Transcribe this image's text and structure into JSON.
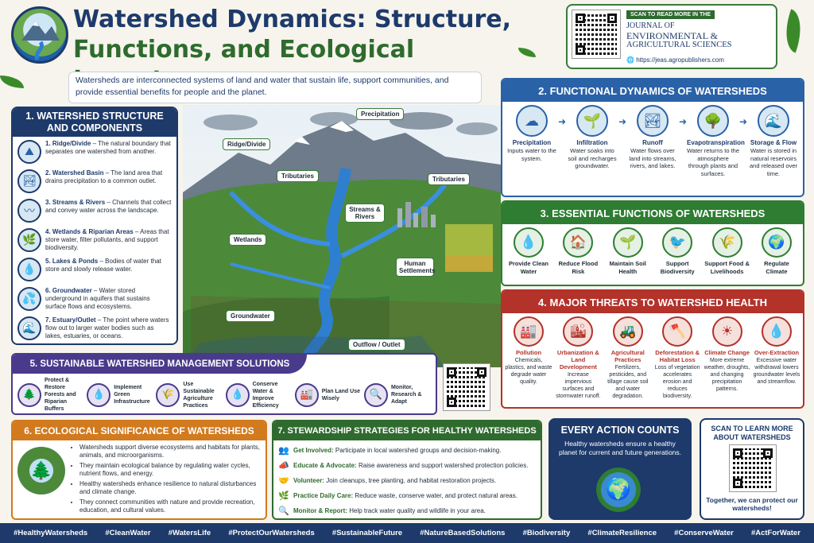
{
  "header": {
    "title_line1": "Watershed Dynamics: Structure,",
    "title_line2": "Functions, and Ecological Importance",
    "intro": "Watersheds are interconnected systems of land and water that sustain life, support communities, and provide essential benefits for people and the planet."
  },
  "journal": {
    "scan_label": "SCAN TO READ MORE IN THE",
    "name_line1": "JOURNAL OF",
    "name_line2": "ENVIRONMENTAL &",
    "name_line3": "AGRICULTURAL SCIENCES",
    "url": "https://jeas.agropublishers.com"
  },
  "structure": {
    "heading": "1. WATERSHED STRUCTURE AND COMPONENTS",
    "items": [
      {
        "term": "1. Ridge/Divide",
        "desc": "– The natural boundary that separates one watershed from another."
      },
      {
        "term": "2. Watershed Basin",
        "desc": "– The land area that drains precipitation to a common outlet."
      },
      {
        "term": "3. Streams & Rivers",
        "desc": "– Channels that collect and convey water across the landscape."
      },
      {
        "term": "4. Wetlands & Riparian Areas",
        "desc": "– Areas that store water, filter pollutants, and support biodiversity."
      },
      {
        "term": "5. Lakes & Ponds",
        "desc": "– Bodies of water that store and slowly release water."
      },
      {
        "term": "6. Groundwater",
        "desc": "– Water stored underground in aquifers that sustains surface flows and ecosystems."
      },
      {
        "term": "7. Estuary/Outlet",
        "desc": "– The point where waters flow out to larger water bodies such as lakes, estuaries, or oceans."
      }
    ]
  },
  "landscape_labels": {
    "precipitation": "Precipitation",
    "ridge": "Ridge/Divide",
    "tributaries_left": "Tributaries",
    "tributaries_right": "Tributaries",
    "streams": "Streams & Rivers",
    "wetlands": "Wetlands",
    "settlements": "Human Settlements",
    "groundwater": "Groundwater",
    "outflow": "Outflow / Outlet"
  },
  "functional": {
    "heading": "2. FUNCTIONAL DYNAMICS OF WATERSHEDS",
    "steps": [
      {
        "title": "Precipitation",
        "desc": "Inputs water to the system."
      },
      {
        "title": "Infiltration",
        "desc": "Water soaks into soil and recharges groundwater."
      },
      {
        "title": "Runoff",
        "desc": "Water flows over land into streams, rivers, and lakes."
      },
      {
        "title": "Evapotranspiration",
        "desc": "Water returns to the atmosphere through plants and surfaces."
      },
      {
        "title": "Storage & Flow",
        "desc": "Water is stored in natural reservoirs and released over time."
      }
    ]
  },
  "essential": {
    "heading": "3. ESSENTIAL FUNCTIONS OF WATERSHEDS",
    "items": [
      "Provide Clean Water",
      "Reduce Flood Risk",
      "Maintain Soil Health",
      "Support Biodiversity",
      "Support Food & Livelihoods",
      "Regulate Climate"
    ]
  },
  "threats": {
    "heading": "4. MAJOR THREATS TO WATERSHED HEALTH",
    "items": [
      {
        "title": "Pollution",
        "desc": "Chemicals, plastics, and waste degrade water quality."
      },
      {
        "title": "Urbanization & Land Development",
        "desc": "Increase impervious surfaces and stormwater runoff."
      },
      {
        "title": "Agricultural Practices",
        "desc": "Fertilizers, pesticides, and tillage cause soil and water degradation."
      },
      {
        "title": "Deforestation & Habitat Loss",
        "desc": "Loss of vegetation accelerates erosion and reduces biodiversity."
      },
      {
        "title": "Climate Change",
        "desc": "More extreme weather, droughts, and changing precipitation patterns."
      },
      {
        "title": "Over-Extraction",
        "desc": "Excessive water withdrawal lowers groundwater levels and streamflow."
      }
    ]
  },
  "solutions": {
    "heading": "5. SUSTAINABLE WATERSHED MANAGEMENT SOLUTIONS",
    "items": [
      "Protect & Restore Forests and Riparian Buffers",
      "Implement Green Infrastructure",
      "Use Sustainable Agriculture Practices",
      "Conserve Water & Improve Efficiency",
      "Plan Land Use Wisely",
      "Monitor, Research & Adapt"
    ]
  },
  "ecological": {
    "heading": "6. ECOLOGICAL SIGNIFICANCE OF WATERSHEDS",
    "bullets": [
      "Watersheds support diverse ecosystems and habitats for plants, animals, and microorganisms.",
      "They maintain ecological balance by regulating water cycles, nutrient flows, and energy.",
      "Healthy watersheds enhance resilience to natural disturbances and climate change.",
      "They connect communities with nature and provide recreation, education, and cultural values."
    ]
  },
  "stewardship": {
    "heading": "7. STEWARDSHIP STRATEGIES FOR HEALTHY WATERSHEDS",
    "items": [
      {
        "term": "Get Involved:",
        "desc": "Participate in local watershed groups and decision-making."
      },
      {
        "term": "Educate & Advocate:",
        "desc": "Raise awareness and support watershed protection policies."
      },
      {
        "term": "Volunteer:",
        "desc": "Join cleanups, tree planting, and habitat restoration projects."
      },
      {
        "term": "Practice Daily Care:",
        "desc": "Reduce waste, conserve water, and protect natural areas."
      },
      {
        "term": "Monitor & Report:",
        "desc": "Help track water quality and wildlife in your area."
      }
    ]
  },
  "action": {
    "heading": "EVERY ACTION COUNTS",
    "text": "Healthy watersheds ensure a healthy planet for current and future generations."
  },
  "scan_learn": {
    "heading": "SCAN TO LEARN MORE ABOUT WATERSHEDS",
    "footer": "Together, we can protect our watersheds!"
  },
  "hashtags": [
    "#HealthyWatersheds",
    "#CleanWater",
    "#WatersLife",
    "#ProtectOurWatersheds",
    "#SustainableFuture",
    "#NatureBasedSolutions",
    "#Biodiversity",
    "#ClimateResilience",
    "#ConserveWater",
    "#ActForWater"
  ],
  "colors": {
    "navy": "#1d3a6b",
    "blue": "#2a62a8",
    "green": "#2e7d32",
    "red": "#b3322a",
    "purple": "#4a3a8c",
    "orange": "#d27a1e",
    "darkgreen": "#2f6b2f"
  }
}
